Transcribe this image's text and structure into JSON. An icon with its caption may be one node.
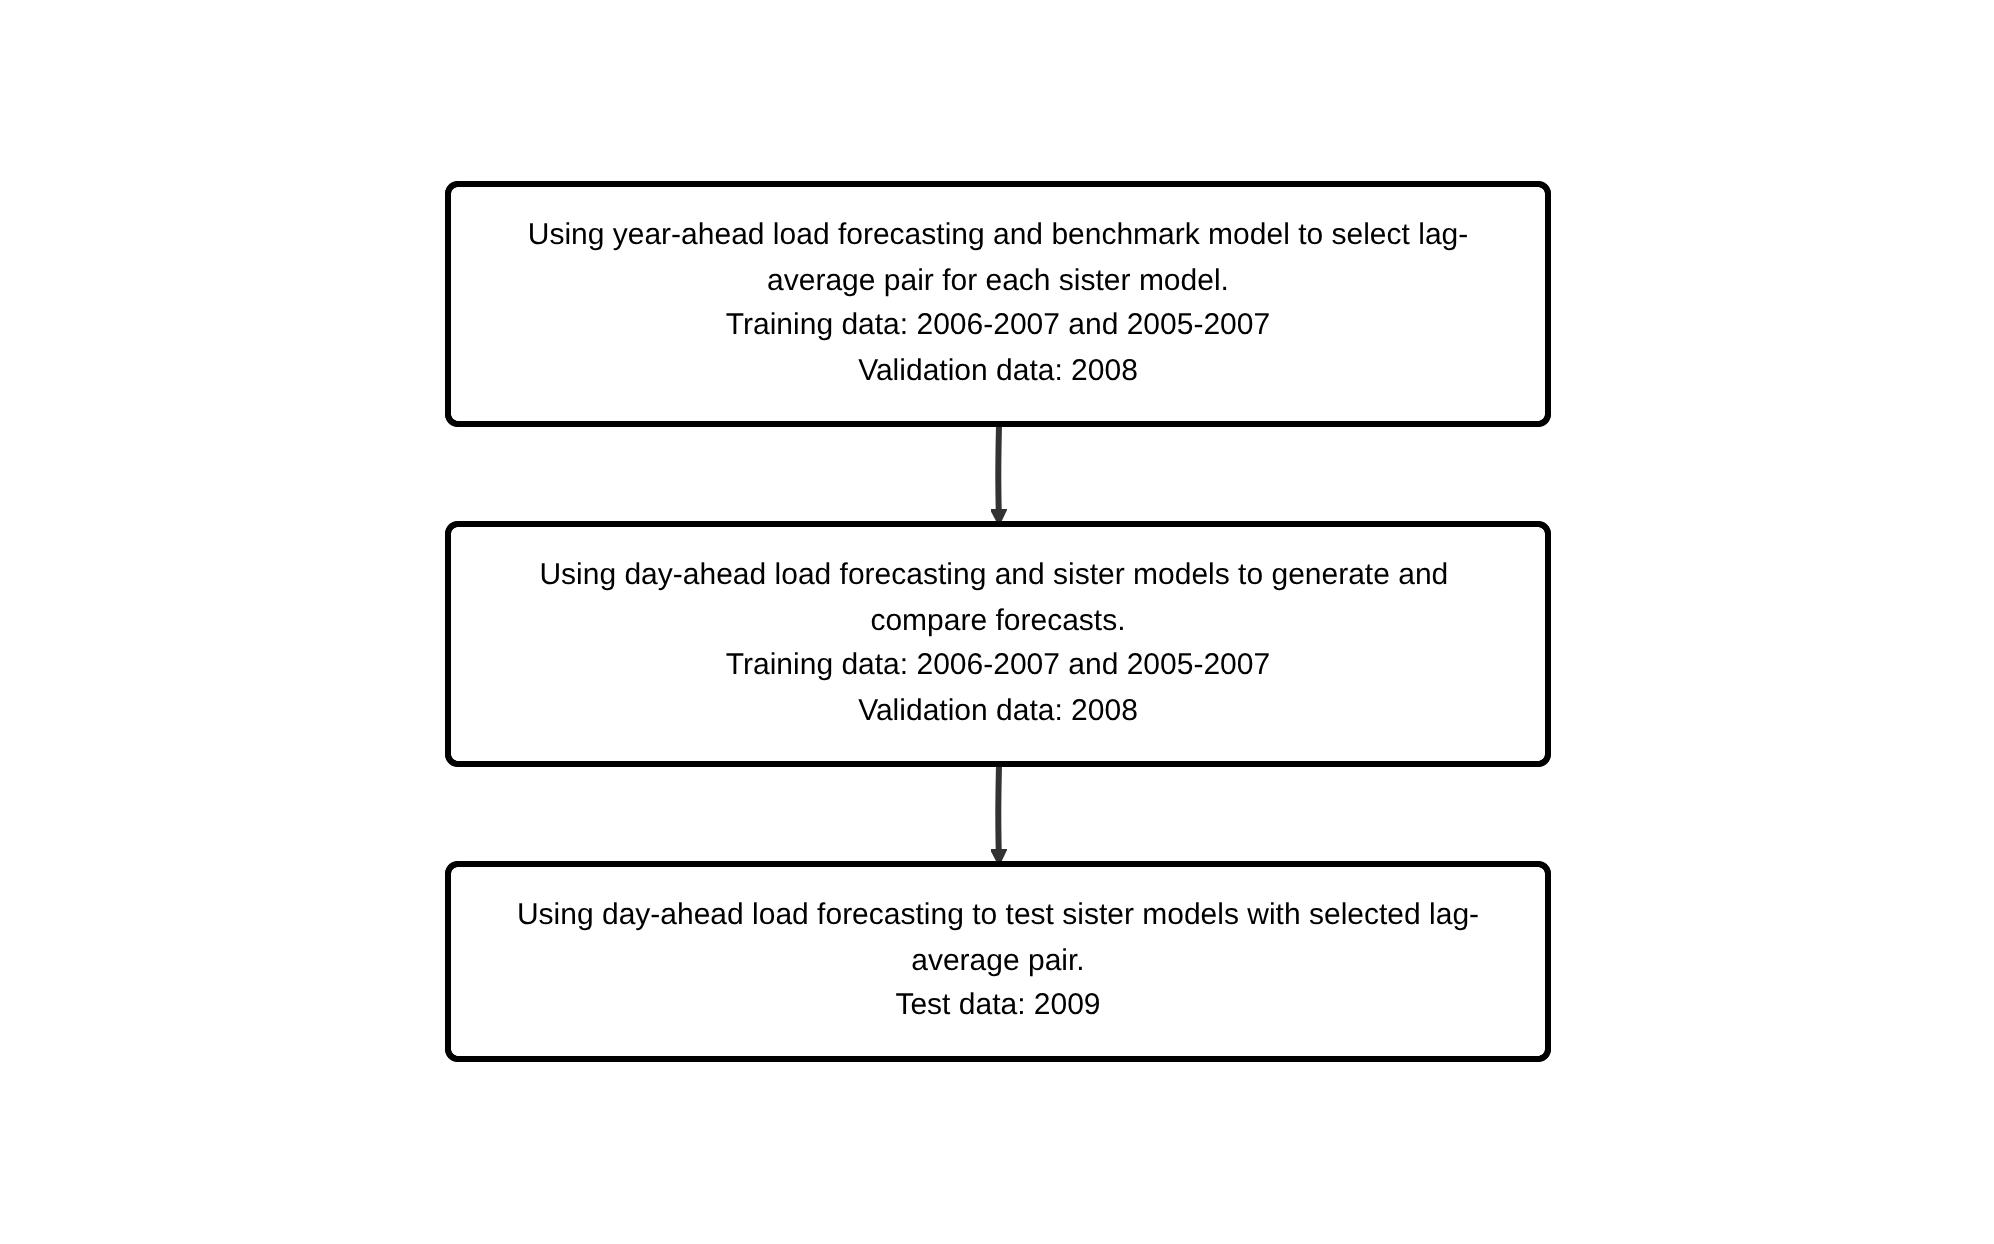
{
  "diagram": {
    "nodes": [
      {
        "text": [
          "Using year-ahead load forecasting and benchmark model to select lag-average pair for each sister model.",
          "Training data: 2006-2007 and 2005-2007",
          "Validation data: 2008"
        ]
      },
      {
        "text": [
          "Using day-ahead load forecasting and sister models to generate and compare forecasts.",
          "Training data: 2006-2007 and 2005-2007",
          "Validation data: 2008"
        ]
      },
      {
        "text": [
          "Using day-ahead load forecasting to test sister models with selected lag-average pair.",
          "Test data: 2009"
        ]
      }
    ],
    "edges": [
      {
        "from": 0,
        "to": 1,
        "arrow": "to"
      },
      {
        "from": 1,
        "to": 2,
        "arrow": "to"
      }
    ]
  }
}
